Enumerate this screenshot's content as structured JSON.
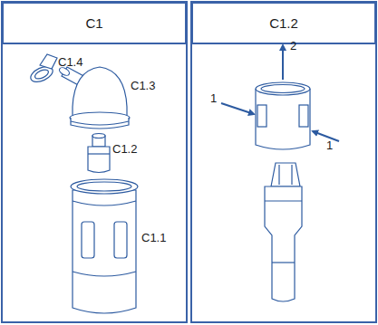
{
  "diagram": {
    "nodes": [
      {
        "text": [
          "C1"
        ]
      },
      {
        "text": [
          "C1.2"
        ]
      }
    ],
    "labels": [
      "C1.4",
      "C1.3",
      "C1.2",
      "C1.1",
      "2",
      "1",
      "1"
    ]
  }
}
